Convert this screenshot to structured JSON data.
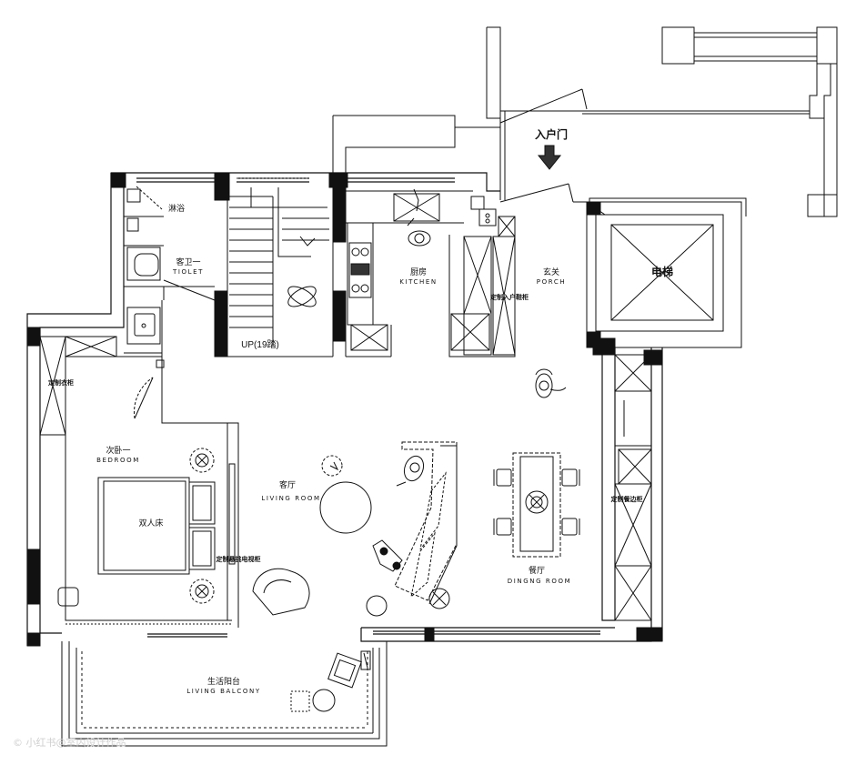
{
  "entrance": {
    "label": "入户门"
  },
  "elevator": {
    "label": "电梯"
  },
  "rooms": {
    "toilet_zh": "客卫一",
    "toilet_en": "TIOLET",
    "kitchen_zh": "厨房",
    "kitchen_en": "KITCHEN",
    "porch_zh": "玄关",
    "porch_en": "PORCH",
    "bedroom_zh": "次卧一",
    "bedroom_en": "BEDROOM",
    "living_zh": "客厅",
    "living_en": "LIVING ROOM",
    "dining_zh": "餐厅",
    "dining_en": "DINGNG ROOM",
    "balcony_zh": "生活阳台",
    "balcony_en": "LIVING BALCONY"
  },
  "fixtures": {
    "shower": "淋浴",
    "stair": "UP(19踏)",
    "shoe_cabinet": "定制入户鞋柜",
    "wardrobe": "定制衣柜",
    "double_bed": "双人床",
    "tv_cabinet": "定制悬挑电视柜",
    "dining_cabinet": "定制餐边柜"
  },
  "watermark": "© 小红书@室内设计作品"
}
